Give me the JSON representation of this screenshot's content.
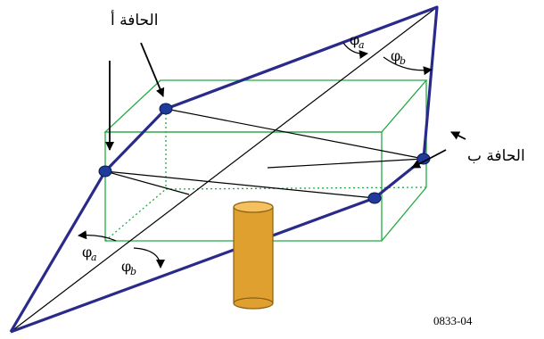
{
  "labels": {
    "edge_a": "الحافة أ",
    "edge_b": "الحافة ب",
    "phi": "φ",
    "sub_a": "a",
    "sub_b": "b",
    "figure_code": "0833-04"
  },
  "colors": {
    "plane_edge": "#2a2a8a",
    "box_edge": "#22aa44",
    "ray": "#000000",
    "obstacle_fill": "#e0a030",
    "obstacle_stroke": "#8a6010",
    "marker_fill": "#1f3a9a"
  }
}
